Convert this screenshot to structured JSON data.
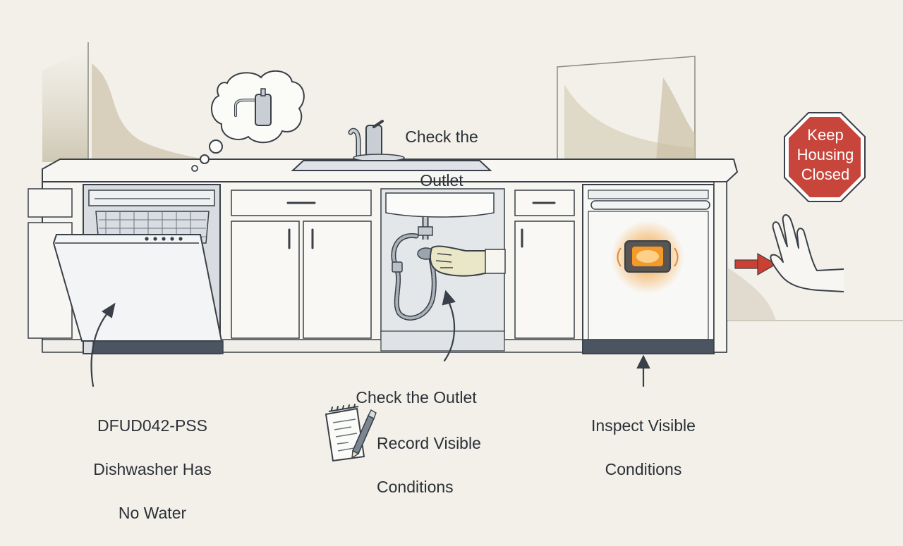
{
  "labels": {
    "outlet_top": [
      "Check the",
      "Outlet"
    ],
    "outlet_bottom": "Check the Outlet",
    "dishwasher_title": [
      "DFUD042-PSS",
      "Dishwasher Has",
      "No Water"
    ],
    "record": [
      "Record Visible",
      "Conditions"
    ],
    "inspect": [
      "Inspect Visible",
      "Conditions"
    ],
    "stop_sign": [
      "Keep",
      "Housing",
      "Closed"
    ]
  },
  "icons": {
    "thought": "faucet-thought-cloud-icon",
    "notepad": "notepad-pencil-icon",
    "stop": "stop-sign-icon",
    "hand": "stop-hand-icon",
    "arrow": "red-arrow-icon"
  },
  "colors": {
    "background": "#f2f0e9",
    "line": "#3a4048",
    "stop_red": "#c8453c",
    "alert_arrow": "#cc3f33",
    "warning_glow": "#f39a2b",
    "steel": "#5b6673"
  }
}
